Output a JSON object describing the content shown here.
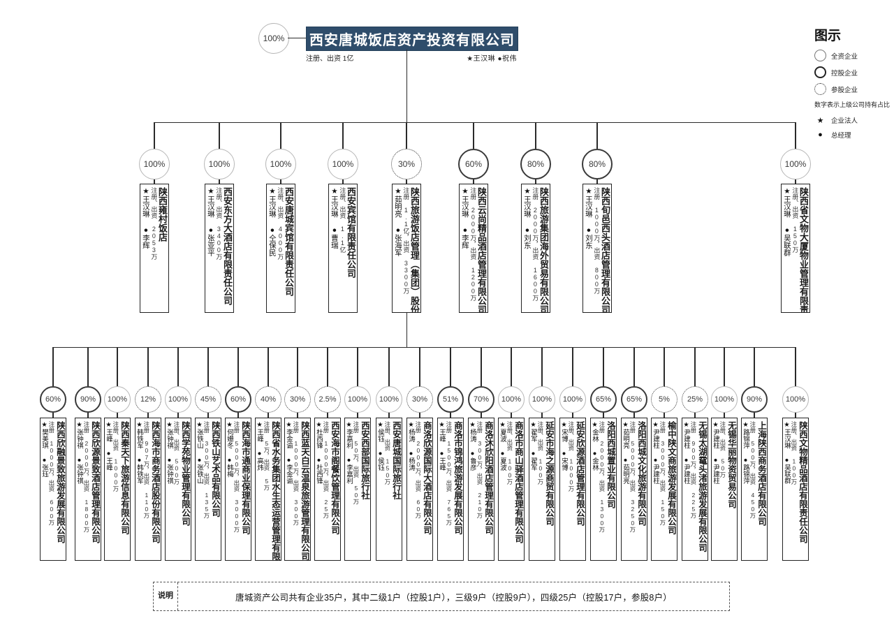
{
  "root": {
    "pct": "100%",
    "title": "西安唐城饭店资产投资有限公司",
    "capital": "注册、出资 1亿",
    "people": "★王汉琳 ●祝伟"
  },
  "legend": {
    "title": "图示",
    "items": [
      {
        "style": "full",
        "label": "全资企业"
      },
      {
        "style": "ctrl",
        "label": "控股企业"
      },
      {
        "style": "minor",
        "label": "参股企业"
      }
    ],
    "note": "数字表示上级公司持有占比",
    "symbols": [
      {
        "glyph": "★",
        "label": "企业法人"
      },
      {
        "glyph": "●",
        "label": "总经理"
      }
    ]
  },
  "level2": [
    {
      "pct": "100%",
      "style": "full",
      "name": "陕西雍村饭店",
      "capital": "注册、出资 2053万",
      "people": "★王汉琳 ●李辉"
    },
    {
      "pct": "100%",
      "style": "full",
      "name": "西安东方大酒店有限责任公司",
      "capital": "注册、出资 3400万",
      "people": "★王汉琳 ●张亚平"
    },
    {
      "pct": "100%",
      "style": "full",
      "name": "西安唐城宾馆有限责任公司",
      "capital": "注册、出资 4000万",
      "people": "★王汉琳 ●仝保民"
    },
    {
      "pct": "100%",
      "style": "full",
      "name": "西安宾馆有限责任公司",
      "capital": "注册、出资 1.1亿",
      "people": "★王汉琳 ●曹瑞"
    },
    {
      "pct": "30%",
      "style": "minor",
      "name": "陕西旅游饭店管理（集团）股份有限公司",
      "capital": "注册 1.1亿，出资 3300万",
      "people": "★茹明亮 ●张海军"
    },
    {
      "pct": "60%",
      "style": "ctrl",
      "name": "陕西云尚精品酒店管理有限公司",
      "capital": "注册 2000万，出资 1200万",
      "people": "★王汉琳 ●李辉"
    },
    {
      "pct": "80%",
      "style": "ctrl",
      "name": "陕西旅游集团海外贸易有限公司",
      "capital": "注册 2000万，出资 1600万",
      "people": "★王汉琳 ●刘东"
    },
    {
      "pct": "80%",
      "style": "ctrl",
      "name": "陕西旬邑西头酒店管理有限公司",
      "capital": "注册 1000万，出资 800万",
      "people": "★王汉琳 ●刘东"
    },
    {
      "pct": "100%",
      "style": "full",
      "name": "陕西省文物大厦物业管理有限责任公司",
      "capital": "注册、出资 150万",
      "people": "★王汉琳 ●吴联群"
    }
  ],
  "level3": [
    {
      "pct": "60%",
      "style": "ctrl",
      "name": "陕西欣融景致旅游发展有限公司",
      "capital": "注册 1000万，出资 600万",
      "people": "★樊美琪 ●张珏"
    },
    {
      "pct": "90%",
      "style": "ctrl",
      "name": "陕西欣源景致酒店管理有限公司",
      "capital": "注册 2000万，出资 1800万",
      "people": "★张钟祺 ●张钟祺"
    },
    {
      "pct": "100%",
      "style": "full",
      "name": "陕西秦天下旅游信息有限公司",
      "capital": "注册、出资 1000万",
      "people": "★王峰 ●王峰"
    },
    {
      "pct": "12%",
      "style": "minor",
      "name": "陕西海市商务酒店股份有限公司",
      "capital": "注册 907万，出资 110万",
      "people": "★韩铁军 ●韩铁军"
    },
    {
      "pct": "100%",
      "style": "full",
      "name": "陕西学苑物业管理有限公司",
      "capital": "注册、出资 500万",
      "people": "★张钟祺 ●张钟祺"
    },
    {
      "pct": "45%",
      "style": "minor",
      "name": "陕西铁山艺术品有限公司",
      "capital": "注册 300万，出资 135万",
      "people": "★张铁山 ●张铁山"
    },
    {
      "pct": "60%",
      "style": "ctrl",
      "name": "陕西海市通商业保理有限公司",
      "capital": "注册 5000万，出资 3000万",
      "people": "★何姗冬 ●韩梅"
    },
    {
      "pct": "40%",
      "style": "minor",
      "name": "陕西省水务集团水生态运营管理有限公司",
      "capital": "注册 5万，出资 5万",
      "people": "★王峰 ●高炜"
    },
    {
      "pct": "30%",
      "style": "minor",
      "name": "陕西蓝天白云温泉旅游管理有限公司",
      "capital": "注册 1000万，出资 300万",
      "people": "★李金谕 ●李金谕"
    },
    {
      "pct": "2.5%",
      "style": "minor",
      "name": "西安海市阁餐饮管理有限公司",
      "capital": "注册 1000万，出资 25万",
      "people": "★杜西锋 ●杜西锋"
    },
    {
      "pct": "100%",
      "style": "full",
      "name": "西安西部国际旅行社",
      "capital": "注册 50万，出资 50万",
      "people": "★李嘉利 ●李嘉利"
    },
    {
      "pct": "100%",
      "style": "full",
      "name": "西安唐城国际旅行社",
      "capital": "注册、出资 150万",
      "people": "★侯钰 ●侯钰"
    },
    {
      "pct": "30%",
      "style": "minor",
      "name": "商洛欣源国际大酒店有限公司",
      "capital": "注册 2000万，出资 60万",
      "people": "★杨涛 ●杨涛"
    },
    {
      "pct": "51%",
      "style": "ctrl",
      "name": "商洛市锦鸿旅游发展有限公司",
      "capital": "注册 1500万，出资 765万",
      "people": "★王峰 ●王峰"
    },
    {
      "pct": "70%",
      "style": "ctrl",
      "name": "商洛沐欣阳酒店管理有限公司",
      "capital": "注册 300万，出资 210万",
      "people": "★杨涛 ●鲁彦"
    },
    {
      "pct": "100%",
      "style": "full",
      "name": "商洛市商山驿酒店管理有限公司",
      "capital": "注册、出资 100万",
      "people": "★夏波 ●夏波"
    },
    {
      "pct": "100%",
      "style": "full",
      "name": "延安市海之源商贸有限公司",
      "capital": "注册、出资 100万",
      "people": "★翟军 ●翟军"
    },
    {
      "pct": "100%",
      "style": "full",
      "name": "延安欣源酒店管理有限公司",
      "capital": "注册、出资 1000万",
      "people": "★宋博 ●宋博"
    },
    {
      "pct": "65%",
      "style": "ctrl",
      "name": "洛阳西城置业有限公司",
      "capital": "注册 2000万，出资 1300万",
      "people": "★金林 ●金林"
    },
    {
      "pct": "65%",
      "style": "ctrl",
      "name": "洛阳西城文化旅游有限公司",
      "capital": "注册 5000万，出资 3250万",
      "people": "★茹明亮 ●茹明亮"
    },
    {
      "pct": "5%",
      "style": "minor",
      "name": "榆中陕文商旅游发展有限公司",
      "capital": "注册 3000万，出资 150万",
      "people": "★尹建柱 ●尹建柱"
    },
    {
      "pct": "25%",
      "style": "minor",
      "name": "无锡太湖鼋头渚旅游发展有限公司",
      "capital": "注册 900万，出资 225万",
      "people": "★尹建柱 ●尹建柱"
    },
    {
      "pct": "100%",
      "style": "full",
      "name": "无锡华丽物资贸易公司",
      "capital": "注册、出资 50万",
      "people": "★尹建柱 ●尹建柱"
    },
    {
      "pct": "90%",
      "style": "ctrl",
      "name": "上海陕西商务酒店有限公司",
      "capital": "注册 500万，出资 450万",
      "people": "★路锦萍 ●路锦萍"
    },
    {
      "pct": "100%",
      "style": "full",
      "name": "陕西文物精品酒店有限责任公司",
      "capital": "注册、出资 100万",
      "people": "★王汉琳 ●吴联群"
    }
  ],
  "note": {
    "label": "说明",
    "text": "唐城资产公司共有企业35户，其中二级1户（控股1户），三级9户（控股9户），四级25户（控股17户，参股8户）"
  }
}
